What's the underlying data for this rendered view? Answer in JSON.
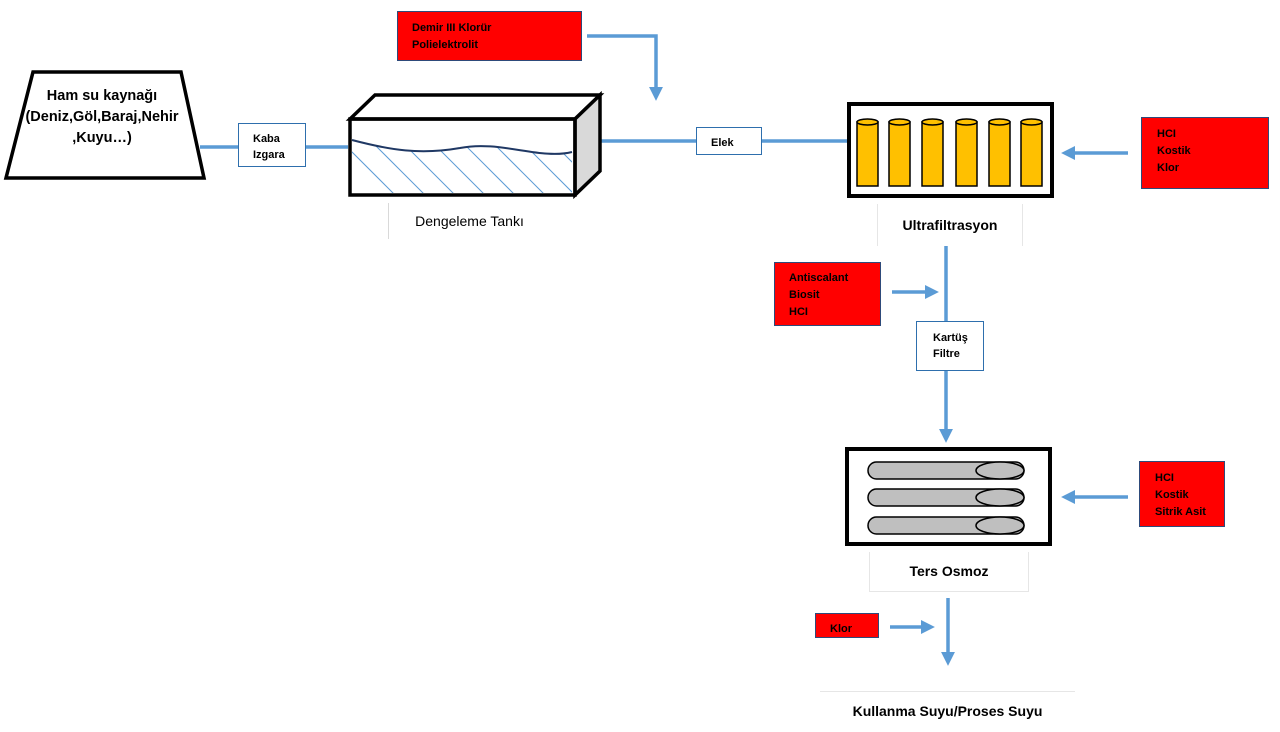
{
  "source": {
    "line1": "Ham su kaynağı",
    "line2": "(Deniz,Göl,Baraj,Nehir",
    "line3": ",Kuyu…)"
  },
  "coarse_screen": {
    "line1": "Kaba",
    "line2": "Izgara"
  },
  "dosing_coagulant": {
    "line1": "Demir III Klorür",
    "line2": "Polielektrolit"
  },
  "equalization_tank": {
    "label": "Dengeleme Tankı"
  },
  "sieve": {
    "label": "Elek"
  },
  "ultrafiltration": {
    "label": "Ultrafiltrasyon"
  },
  "dosing_uf_cleaning": {
    "line1": "HCI",
    "line2": "Kostik",
    "line3": "Klor"
  },
  "dosing_antiscalant": {
    "line1": "Antiscalant",
    "line2": "Biosit",
    "line3": "HCI"
  },
  "cartridge_filter": {
    "line1": "Kartüş",
    "line2": "Filtre"
  },
  "reverse_osmosis": {
    "label": "Ters Osmoz"
  },
  "dosing_ro_cleaning": {
    "line1": "HCI",
    "line2": "Kostik",
    "line3": "Sitrik Asit"
  },
  "dosing_chlorine": {
    "line1": "Klor"
  },
  "product_water": {
    "label": "Kullanma Suyu/Proses Suyu"
  },
  "colors": {
    "pipe": "#5b9bd5",
    "chemical_box": "#ff0000",
    "uf_module": "#ffc000",
    "ro_membrane": "#bfbfbf",
    "outline": "#000000"
  }
}
